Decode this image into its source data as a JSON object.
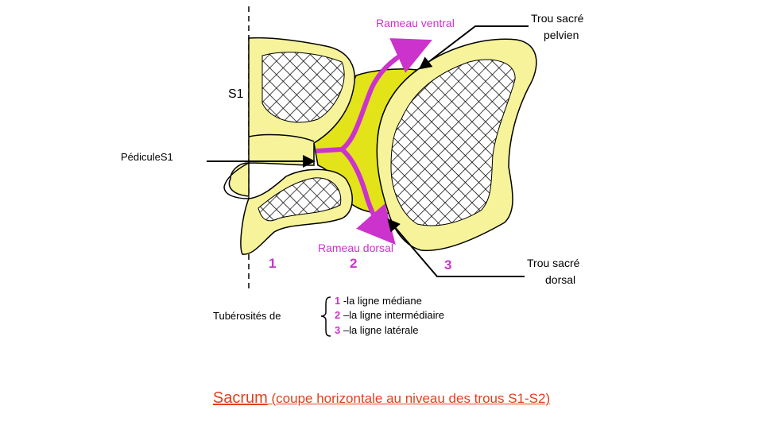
{
  "labels": {
    "rameau_ventral": "Rameau ventral",
    "rameau_dorsal": "Rameau dorsal",
    "trou_pelvien_1": "Trou sacré",
    "trou_pelvien_2": "pelvien",
    "trou_dorsal_1": "Trou sacré",
    "trou_dorsal_2": "dorsal",
    "s1": "S1",
    "pedicule": "PédiculeS1",
    "num1": "1",
    "num2": "2",
    "num3": "3",
    "tuberosites": "Tubérosités de"
  },
  "legend": [
    {
      "num": "1",
      "text": " -la ligne médiane"
    },
    {
      "num": "2",
      "text": " –la ligne intermédiaire"
    },
    {
      "num": "3",
      "text": " –la ligne latérale"
    }
  ],
  "caption": {
    "main": "Sacrum",
    "sub": " (coupe horizontale  au niveau  des trous S1-S2)"
  },
  "colors": {
    "bone_fill": "#f6f39a",
    "foramen_fill": "#e3e31a",
    "nerve": "#cc33cc",
    "caption": "#e0421b"
  }
}
